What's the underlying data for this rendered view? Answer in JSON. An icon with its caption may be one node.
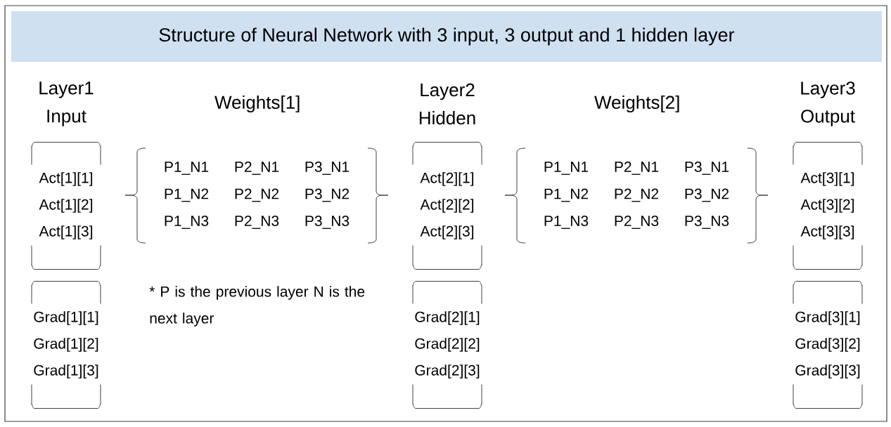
{
  "diagram": {
    "title": "Structure of Neural Network with 3 input, 3 output and 1 hidden layer",
    "nodes": [
      {
        "text": [
          "Act[1][1]",
          "Act[1][2]",
          "Act[1][3]"
        ]
      },
      {
        "text": [
          "P1_N1",
          "P2_N1",
          "P3_N1",
          "P1_N2",
          "P2_N2",
          "P3_N2",
          "P1_N3",
          "P2_N3",
          "P3_N3"
        ]
      },
      {
        "text": [
          "Act[2][1]",
          "Act[2][2]",
          "Act[2][3]"
        ]
      },
      {
        "text": [
          "P1_N1",
          "P2_N1",
          "P3_N1",
          "P1_N2",
          "P2_N2",
          "P3_N2",
          "P1_N3",
          "P2_N3",
          "P3_N3"
        ]
      },
      {
        "text": [
          "Act[3][1]",
          "Act[3][2]",
          "Act[3][3]"
        ]
      },
      {
        "text": [
          "Grad[1][1]",
          "Grad[1][2]",
          "Grad[1][3]"
        ]
      },
      {
        "text": [
          "Grad[2][1]",
          "Grad[2][2]",
          "Grad[2][3]"
        ]
      },
      {
        "text": [
          "Grad[3][1]",
          "Grad[3][2]",
          "Grad[3][3]"
        ]
      }
    ],
    "labels": [
      "Layer1 Input",
      "Weights[1]",
      "Layer2 Hidden",
      "Weights[2]",
      "Layer3 Output",
      "* P is the previous layer N is the next layer"
    ]
  }
}
